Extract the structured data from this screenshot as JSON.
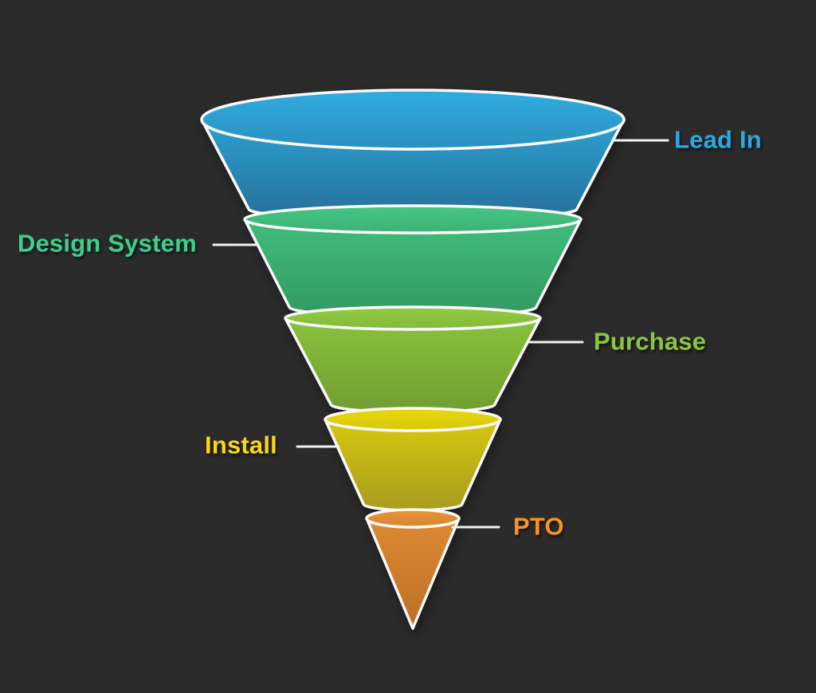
{
  "background_color": "#2B2B2C",
  "outline_color": "#FAFAFA",
  "leader_line_color": "#F2F2F2",
  "stages": [
    {
      "label": "Lead In",
      "side": "right",
      "label_color": "#29ABE2",
      "face_top": "#2DA0D2",
      "face_bottom": "#27759F",
      "rim_top": "#30ACE0",
      "rim_bottom": "#2B90BE"
    },
    {
      "label": "Design System",
      "side": "left",
      "label_color": "#3DD08C",
      "face_top": "#40BD7D",
      "face_bottom": "#359C66",
      "rim_top": "#45C684",
      "rim_bottom": "#3DB275"
    },
    {
      "label": "Purchase",
      "side": "right",
      "label_color": "#8CC63F",
      "face_top": "#89C33C",
      "face_bottom": "#73A031",
      "rim_top": "#92CB41",
      "rim_bottom": "#83BA3A"
    },
    {
      "label": "Install",
      "side": "left",
      "label_color": "#F9D616",
      "face_top": "#D7C80F",
      "face_bottom": "#AC9E1E",
      "rim_top": "#EAD808",
      "rim_bottom": "#D6C70F"
    },
    {
      "label": "PTO",
      "side": "right",
      "label_color": "#F7941E",
      "face_top": "#DD8931",
      "face_bottom": "#BC6F26",
      "rim_top": "#E59539",
      "rim_bottom": "#D78630"
    }
  ],
  "chart_data": {
    "type": "funnel",
    "title": "",
    "categories": [
      "Lead In",
      "Design System",
      "Purchase",
      "Install",
      "PTO"
    ],
    "relative_widths_pct": [
      100,
      80,
      60,
      42,
      22
    ],
    "orientation": "top-down",
    "legend": "none"
  }
}
